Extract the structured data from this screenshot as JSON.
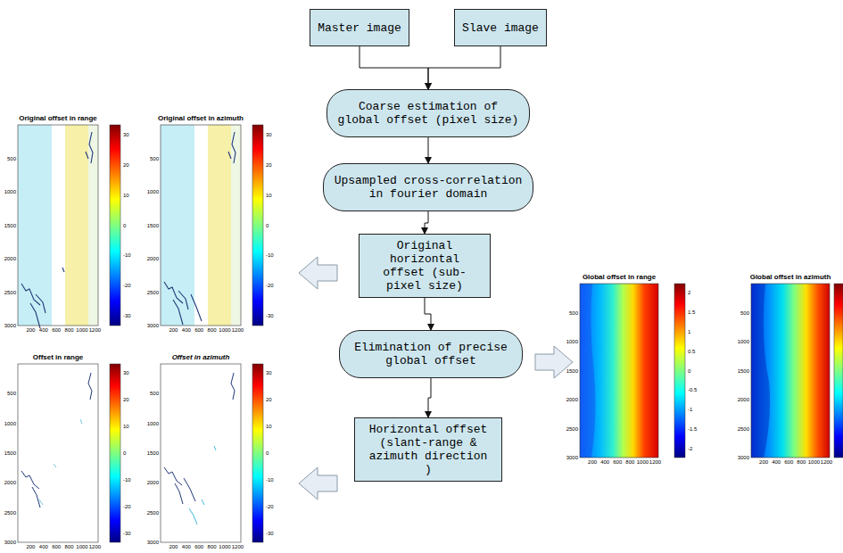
{
  "diagram": {
    "nodes": [
      {
        "text": [
          "Master image"
        ]
      },
      {
        "text": [
          "Slave image"
        ]
      },
      {
        "text": [
          "Coarse estimation of global offset (pixel size)"
        ]
      },
      {
        "text": [
          "Upsampled cross-correlation in fourier domain"
        ]
      },
      {
        "text": [
          "Original horizontal offset (sub-pixel size)"
        ]
      },
      {
        "text": [
          "Elimination of precise global offset"
        ]
      },
      {
        "text": [
          "Horizontal offset (slant-range & azimuth direction )"
        ]
      }
    ],
    "edges": [
      {
        "from": 0,
        "to": 2,
        "arrow": "to"
      },
      {
        "from": 1,
        "to": 2,
        "arrow": "to"
      },
      {
        "from": 2,
        "to": 3,
        "arrow": "to"
      },
      {
        "from": 3,
        "to": 4,
        "arrow": "to"
      },
      {
        "from": 4,
        "to": 5,
        "arrow": "to"
      },
      {
        "from": 5,
        "to": 6,
        "arrow": "to"
      }
    ],
    "labels": [
      "Original offset in range",
      "500",
      "1000",
      "1500",
      "2000",
      "2500",
      "3000",
      "200",
      "400",
      "600",
      "800",
      "1000",
      "1200",
      "30",
      "20",
      "10",
      "0",
      "-10",
      "-20",
      "-30",
      "Original offset in azimuth",
      "500",
      "1000",
      "1500",
      "2000",
      "2500",
      "3000",
      "200",
      "400",
      "600",
      "800",
      "1000",
      "1200",
      "30",
      "20",
      "10",
      "0",
      "-10",
      "-20",
      "-30",
      "Offset in range",
      "500",
      "1000",
      "1500",
      "2000",
      "2500",
      "3000",
      "200",
      "400",
      "600",
      "800",
      "1000",
      "1200",
      "30",
      "20",
      "10",
      "0",
      "-10",
      "-20",
      "-30",
      "Offset in azimuth",
      "500",
      "1000",
      "1500",
      "2000",
      "2500",
      "3000",
      "200",
      "400",
      "600",
      "800",
      "1000",
      "1200",
      "30",
      "20",
      "10",
      "0",
      "-10",
      "-20",
      "-30",
      "Global offset in range",
      "500",
      "1000",
      "1500",
      "2000",
      "2500",
      "3000",
      "200",
      "400",
      "600",
      "800",
      "1000",
      "1200",
      "2",
      "1.5",
      "1",
      "0.5",
      "0",
      "-0.5",
      "-1",
      "-1.5",
      "-2",
      "Global offset in azimuth",
      "500",
      "1000",
      "1500",
      "2000",
      "2500",
      "3000",
      "200",
      "400",
      "600",
      "800",
      "1000",
      "1200"
    ]
  }
}
